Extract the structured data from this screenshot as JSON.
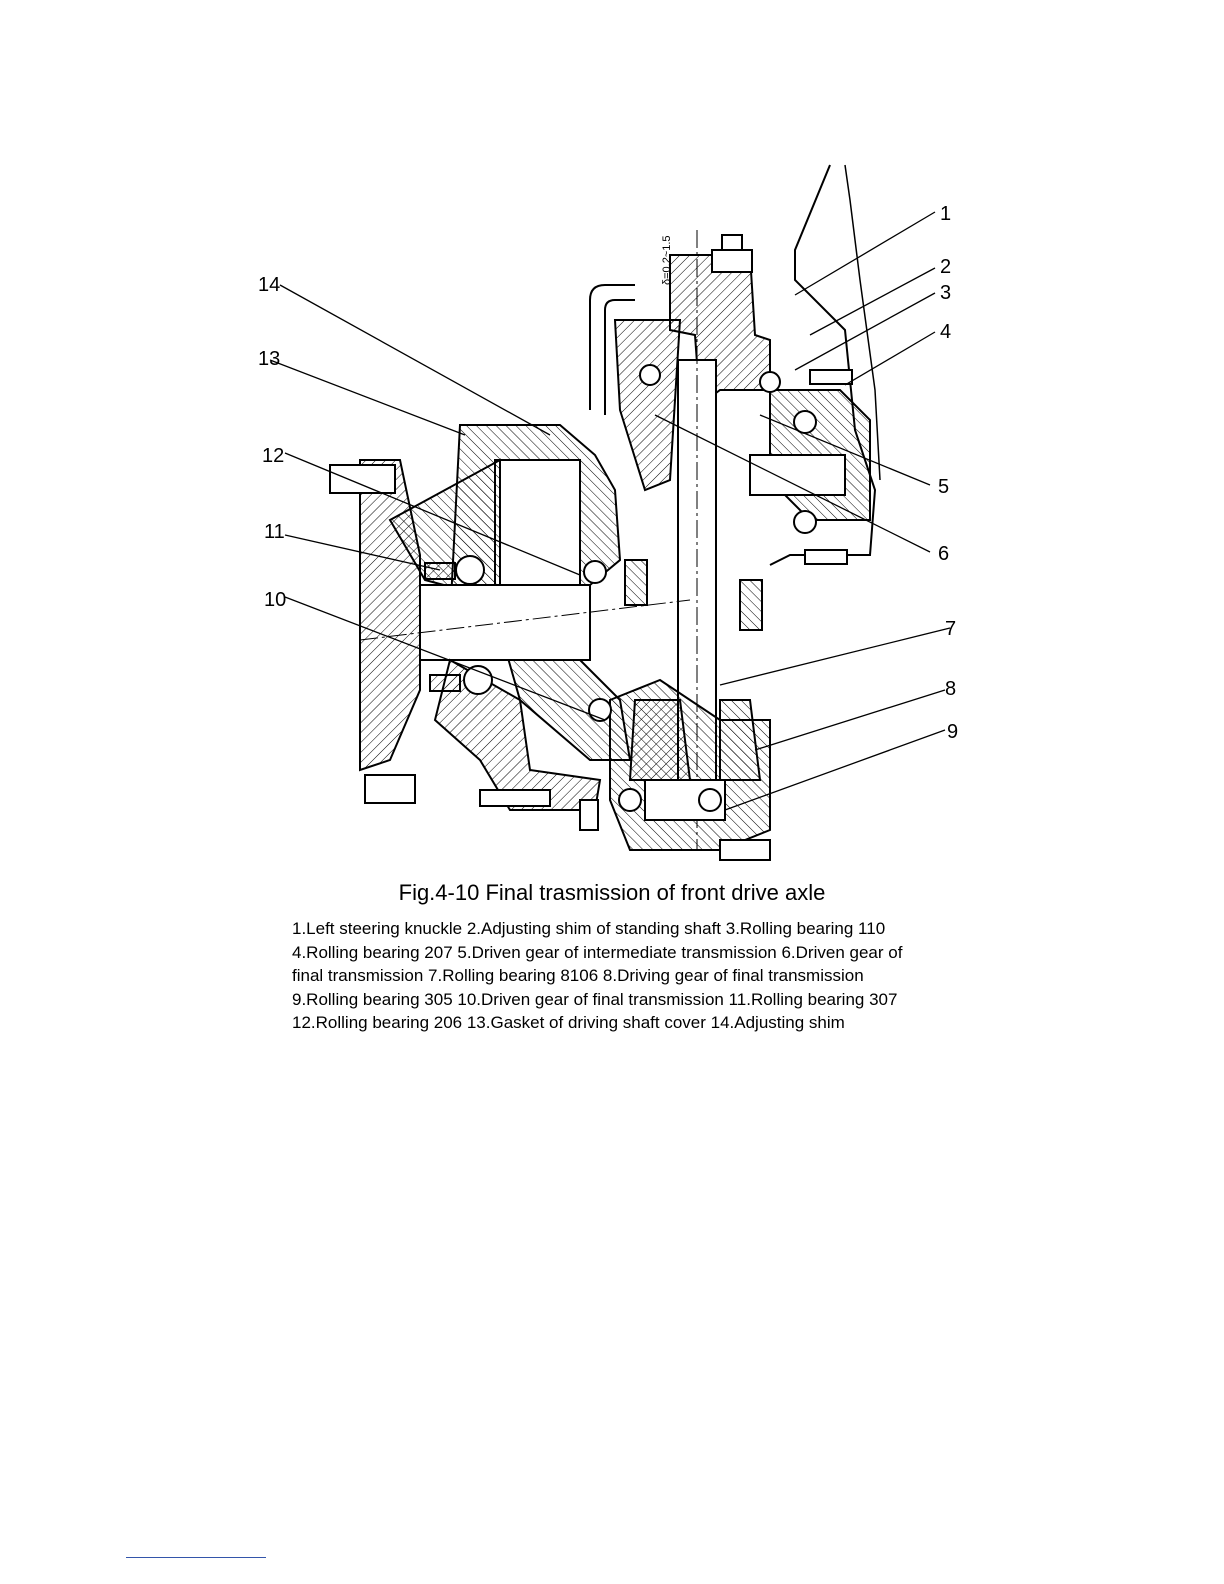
{
  "figure": {
    "caption": "Fig.4-10  Final trasmission of front drive axle",
    "dimension_note": "δ=0.2~1.5",
    "callout_numbers": [
      "1",
      "2",
      "3",
      "4",
      "5",
      "6",
      "7",
      "8",
      "9",
      "10",
      "11",
      "12",
      "13",
      "14"
    ]
  },
  "legend_lines": [
    "1.Left steering knuckle  2.Adjusting shim of standing shaft  3.Rolling bearing 110",
    "4.Rolling bearing 207  5.Driven gear of intermediate transmission 6.Driven gear of",
    "final transmission  7.Rolling bearing 8106  8.Driving gear of final transmission",
    "9.Rolling bearing 305  10.Driven gear of final transmission 11.Rolling bearing 307",
    "12.Rolling bearing 206  13.Gasket of driving shaft cover  14.Adjusting shim"
  ]
}
